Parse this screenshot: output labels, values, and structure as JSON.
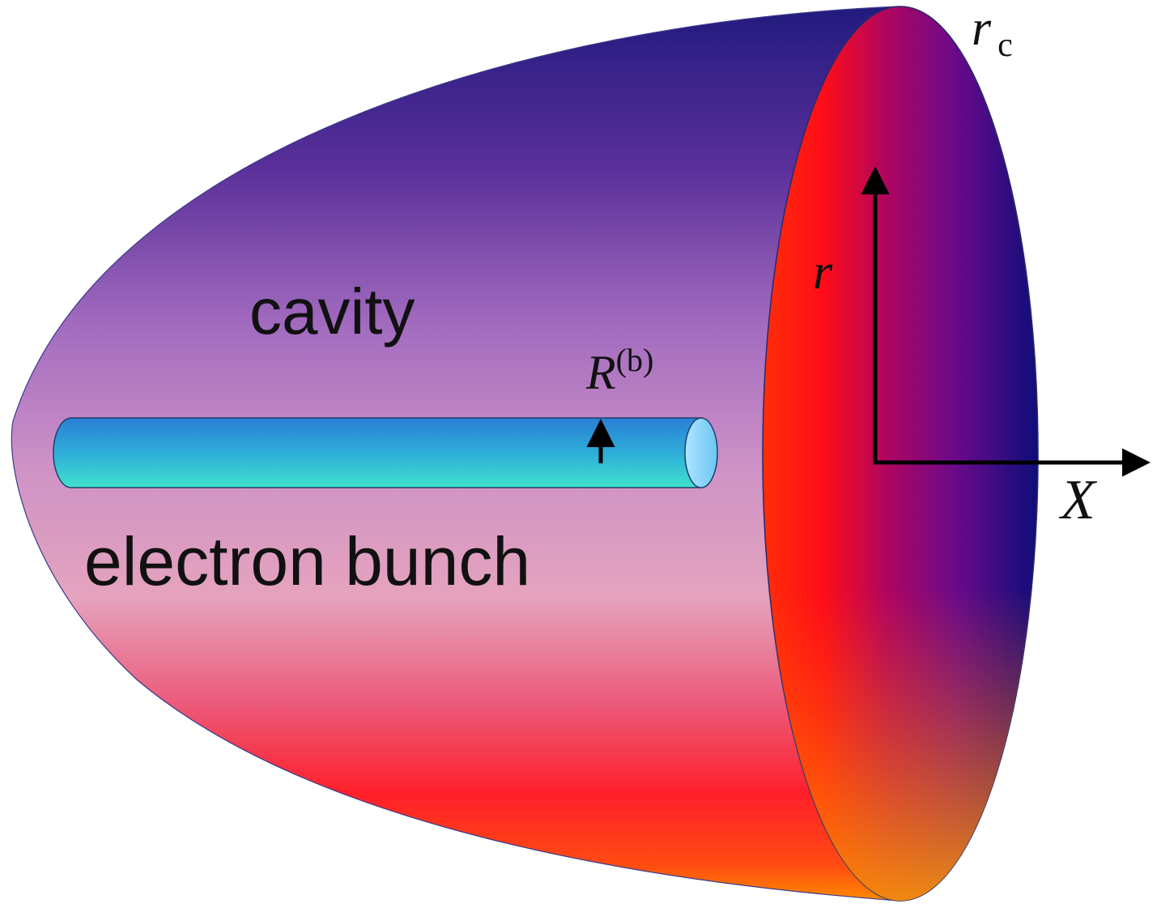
{
  "diagram": {
    "labels": {
      "cavity": "cavity",
      "electron_bunch": "electron bunch",
      "bunch_radius_symbol": "R",
      "bunch_radius_superscript": "(b)",
      "cavity_radius_symbol": "r",
      "cavity_radius_subscript": "c",
      "radial_axis": "r",
      "longitudinal_axis": "X"
    },
    "colors": {
      "cavity_top": "#2d1a85",
      "cavity_middle": "#b77cc4",
      "cavity_pink": "#e4a3c0",
      "cavity_bottom_red": "#ff1a1a",
      "cavity_edge_orange": "#ff7a00",
      "face_red": "#ff1212",
      "face_purple": "#8a0a78",
      "face_navy": "#12127a",
      "bunch_top": "#2a8ad8",
      "bunch_bottom": "#40e0d0",
      "bunch_cap": "#8cd8ff",
      "axis_color": "#000000"
    }
  }
}
